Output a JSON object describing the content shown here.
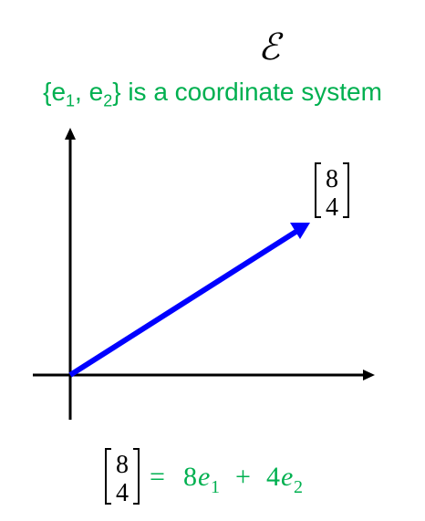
{
  "title": {
    "symbol": "ℰ"
  },
  "subtitle": {
    "open_brace": "{e",
    "sub1": "1",
    "mid": ", e",
    "sub2": "2",
    "rest": "} is a coordinate system"
  },
  "vector_label": {
    "top": "8",
    "bottom": "4"
  },
  "equation": {
    "top": "8",
    "bottom": "4",
    "equals": "=",
    "coef1": "8",
    "var1": "e",
    "sub1": "1",
    "plus": "+",
    "coef2": "4",
    "var2": "e",
    "sub2": "2"
  },
  "colors": {
    "green": "#00b050",
    "vector": "#0000ff",
    "axis": "#000000"
  }
}
